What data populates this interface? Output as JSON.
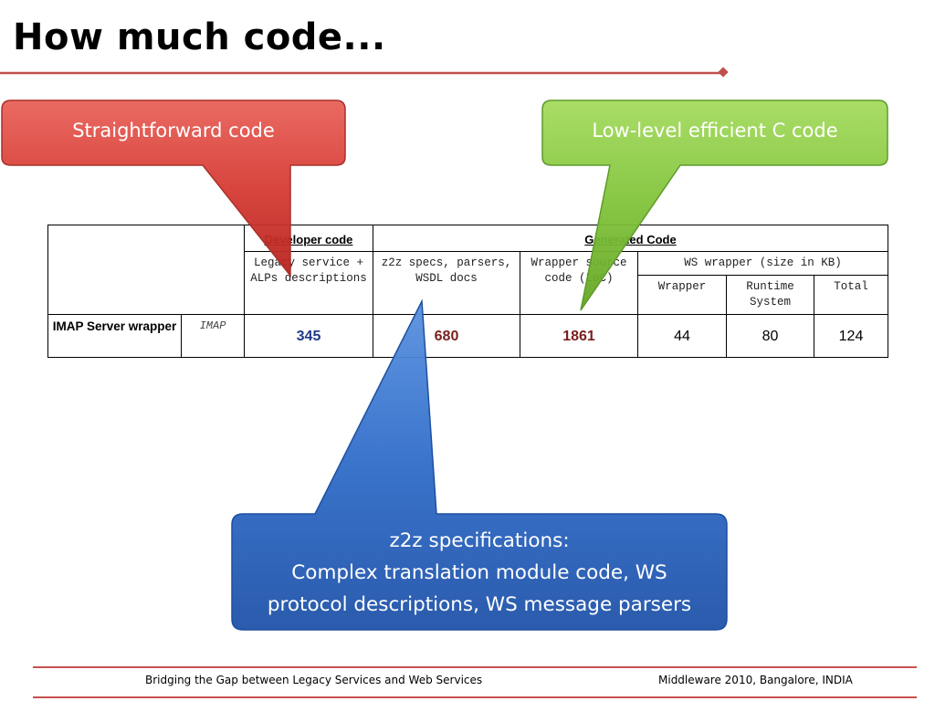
{
  "slide": {
    "title": "How much code..."
  },
  "callouts": {
    "straightforward": "Straightforward code",
    "lowlevel": "Low-level  efficient C code",
    "z2z_line1": "z2z specifications:",
    "z2z_line2": "Complex translation module code, WS",
    "z2z_line3": "protocol descriptions, WS message parsers"
  },
  "table": {
    "groups": {
      "developer": "Developer code",
      "generated": "Generated Code"
    },
    "headers": {
      "legacy": "Legacy service + ALPs descriptions",
      "z2z": "z2z specs, parsers, WSDL docs",
      "wrapper_src": "Wrapper source code (LoC)",
      "ws_wrapper": "WS wrapper (size in KB)",
      "wrapper": "Wrapper",
      "runtime": "Runtime System",
      "total": "Total"
    },
    "row": {
      "label": "IMAP Server wrapper",
      "protocol": "IMAP",
      "legacy": "345",
      "z2z": "680",
      "wrapper_src": "1861",
      "wrapper_kb": "44",
      "runtime_kb": "80",
      "total_kb": "124"
    }
  },
  "footer": {
    "left": "Bridging the Gap between Legacy Services and Web Services",
    "right": "Middleware 2010, Bangalore, INDIA"
  },
  "colors": {
    "red_callout": "#d63b34",
    "green_callout": "#80c33a",
    "blue_callout": "#2f6cc8",
    "accent_rule": "#c0504d",
    "value_blue": "#1f3a8a",
    "value_maroon": "#7a1f1f"
  }
}
